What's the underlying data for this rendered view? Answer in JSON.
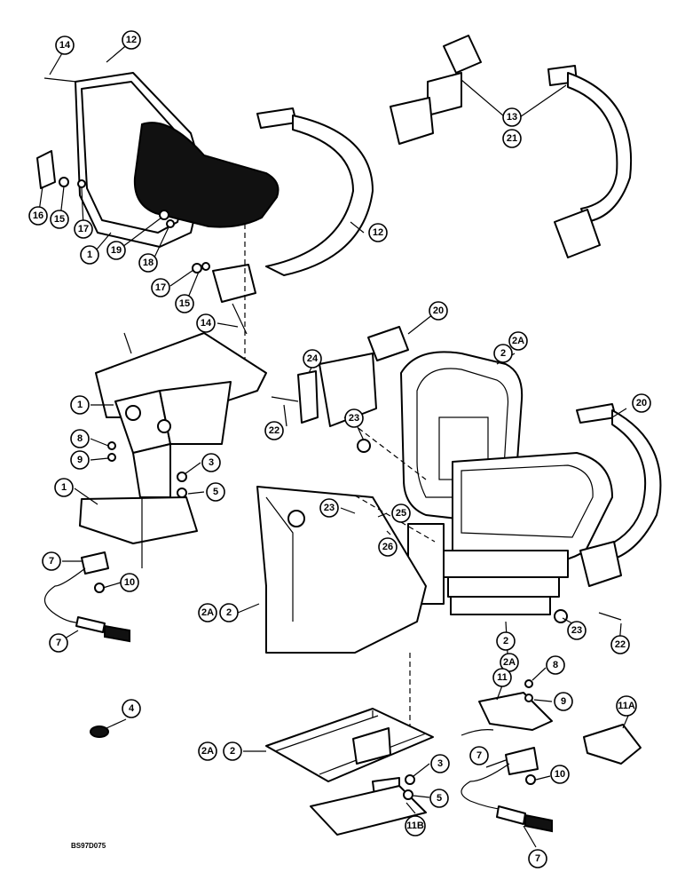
{
  "drawing_code": "BS97D075",
  "callouts": [
    {
      "label": "14"
    },
    {
      "label": "12"
    },
    {
      "label": "13"
    },
    {
      "label": "21"
    },
    {
      "label": "16"
    },
    {
      "label": "15"
    },
    {
      "label": "17"
    },
    {
      "label": "1"
    },
    {
      "label": "19"
    },
    {
      "label": "18"
    },
    {
      "label": "12"
    },
    {
      "label": "17"
    },
    {
      "label": "15"
    },
    {
      "label": "14"
    },
    {
      "label": "20"
    },
    {
      "label": "2A"
    },
    {
      "label": "2"
    },
    {
      "label": "24"
    },
    {
      "label": "1"
    },
    {
      "label": "22"
    },
    {
      "label": "23"
    },
    {
      "label": "20"
    },
    {
      "label": "8"
    },
    {
      "label": "9"
    },
    {
      "label": "3"
    },
    {
      "label": "5"
    },
    {
      "label": "1"
    },
    {
      "label": "23"
    },
    {
      "label": "25"
    },
    {
      "label": "26"
    },
    {
      "label": "7"
    },
    {
      "label": "10"
    },
    {
      "label": "2A"
    },
    {
      "label": "2"
    },
    {
      "label": "7"
    },
    {
      "label": "23"
    },
    {
      "label": "22"
    },
    {
      "label": "2"
    },
    {
      "label": "2A"
    },
    {
      "label": "4"
    },
    {
      "label": "8"
    },
    {
      "label": "11"
    },
    {
      "label": "9"
    },
    {
      "label": "11A"
    },
    {
      "label": "2A"
    },
    {
      "label": "2"
    },
    {
      "label": "7"
    },
    {
      "label": "3"
    },
    {
      "label": "10"
    },
    {
      "label": "5"
    },
    {
      "label": "11B"
    },
    {
      "label": "7"
    }
  ]
}
